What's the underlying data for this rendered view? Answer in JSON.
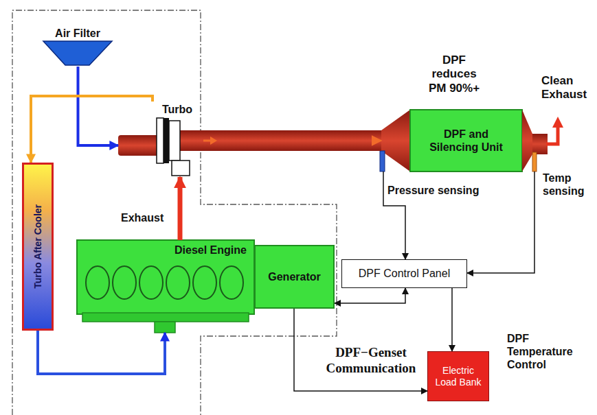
{
  "diagram": {
    "nodes": [
      {
        "text": [
          "Air Filter"
        ]
      },
      {
        "text": [
          "Turbo After Cooler"
        ]
      },
      {
        "text": [
          "Turbo"
        ]
      },
      {
        "text": [
          "DPF and Silencing Unit"
        ]
      },
      {
        "text": [
          "Diesel Engine"
        ]
      },
      {
        "text": [
          "Generator"
        ]
      },
      {
        "text": [
          "DPF Control Panel"
        ]
      },
      {
        "text": [
          "Electric Load Bank"
        ]
      }
    ],
    "edges": [
      {
        "from": 0,
        "to": 2,
        "arrow": "to"
      },
      {
        "from": 2,
        "to": 1,
        "arrow": "to"
      },
      {
        "from": 1,
        "to": 4,
        "arrow": "to"
      },
      {
        "from": 4,
        "to": 2,
        "arrow": "to"
      },
      {
        "from": 2,
        "to": 3,
        "arrow": "to"
      },
      {
        "from": 3,
        "to": 6,
        "arrow": "to"
      },
      {
        "from": 3,
        "to": 6,
        "arrow": "to"
      },
      {
        "from": 5,
        "to": 6,
        "arrow": "both"
      },
      {
        "from": 6,
        "to": 7,
        "arrow": "to"
      },
      {
        "from": 5,
        "to": 7,
        "arrow": "to"
      }
    ],
    "labels": [
      "DPF reduces PM 90%+",
      "Clean Exhaust",
      "Pressure sensing",
      "Temp sensing",
      "Exhaust",
      "DPF−Genset Communication",
      "DPF Temperature Control"
    ]
  }
}
